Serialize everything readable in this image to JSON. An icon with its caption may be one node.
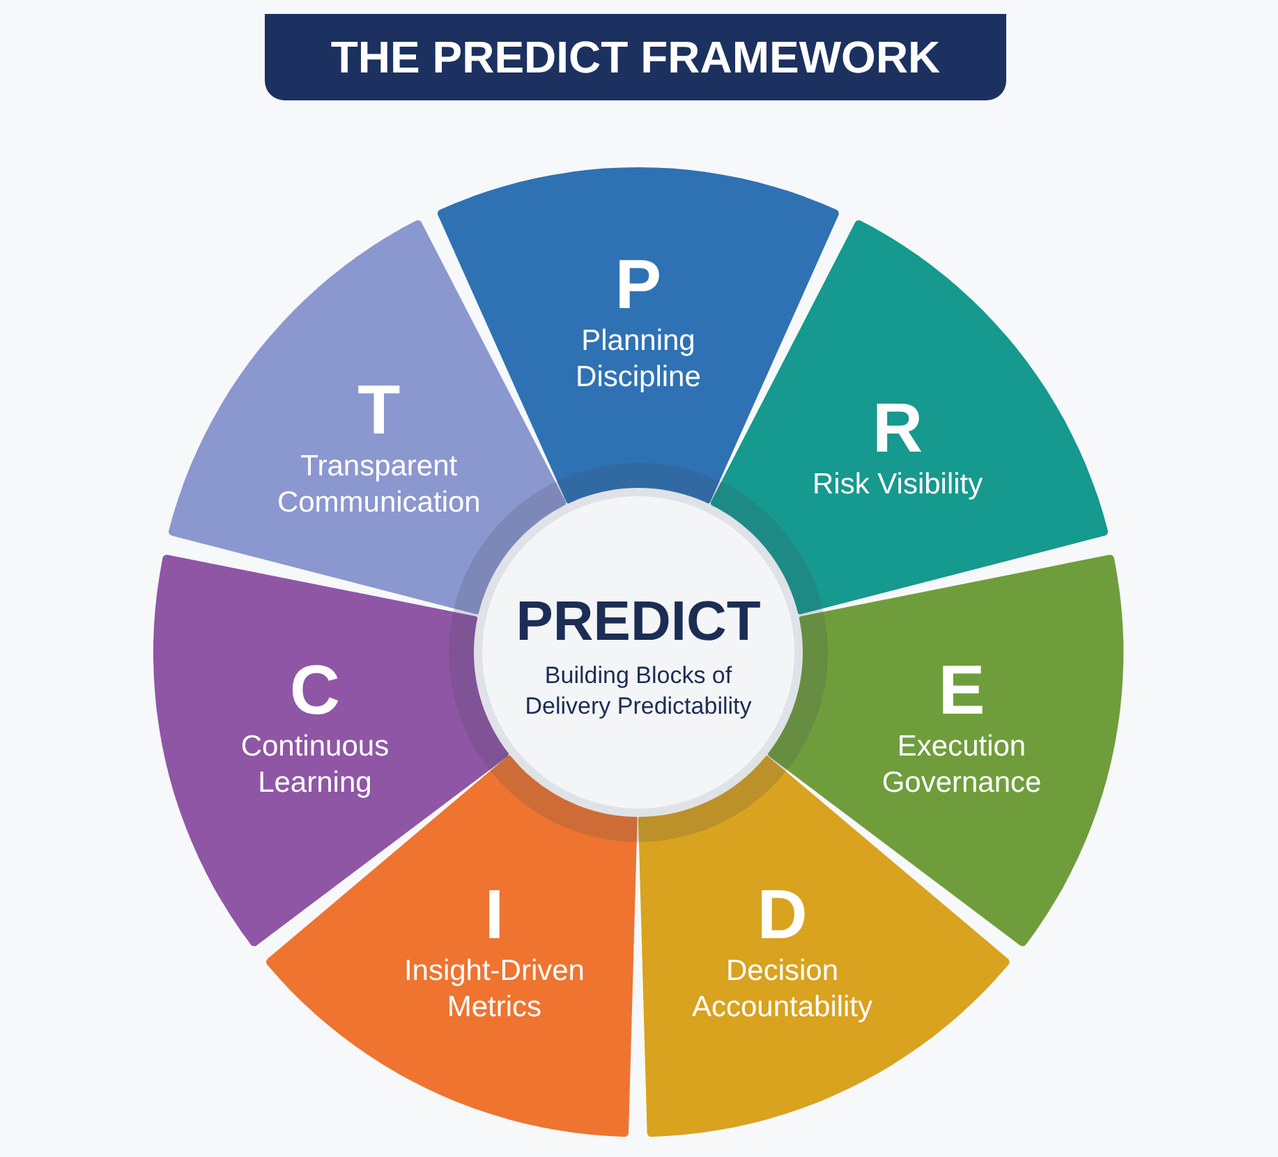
{
  "diagram": {
    "title": "THE PREDICT FRAMEWORK",
    "nodes": [
      {
        "text": [
          "PREDICT",
          "Building Blocks of Delivery Predictability"
        ]
      },
      {
        "text": [
          "P",
          "Planning Discipline"
        ]
      },
      {
        "text": [
          "R",
          "Risk Visibility"
        ]
      },
      {
        "text": [
          "E",
          "Execution Governance"
        ]
      },
      {
        "text": [
          "D",
          "Decision Accountability"
        ]
      },
      {
        "text": [
          "I",
          "Insight-Driven Metrics"
        ]
      },
      {
        "text": [
          "C",
          "Continuous Learning"
        ]
      },
      {
        "text": [
          "T",
          "Transparent Communication"
        ]
      }
    ]
  }
}
